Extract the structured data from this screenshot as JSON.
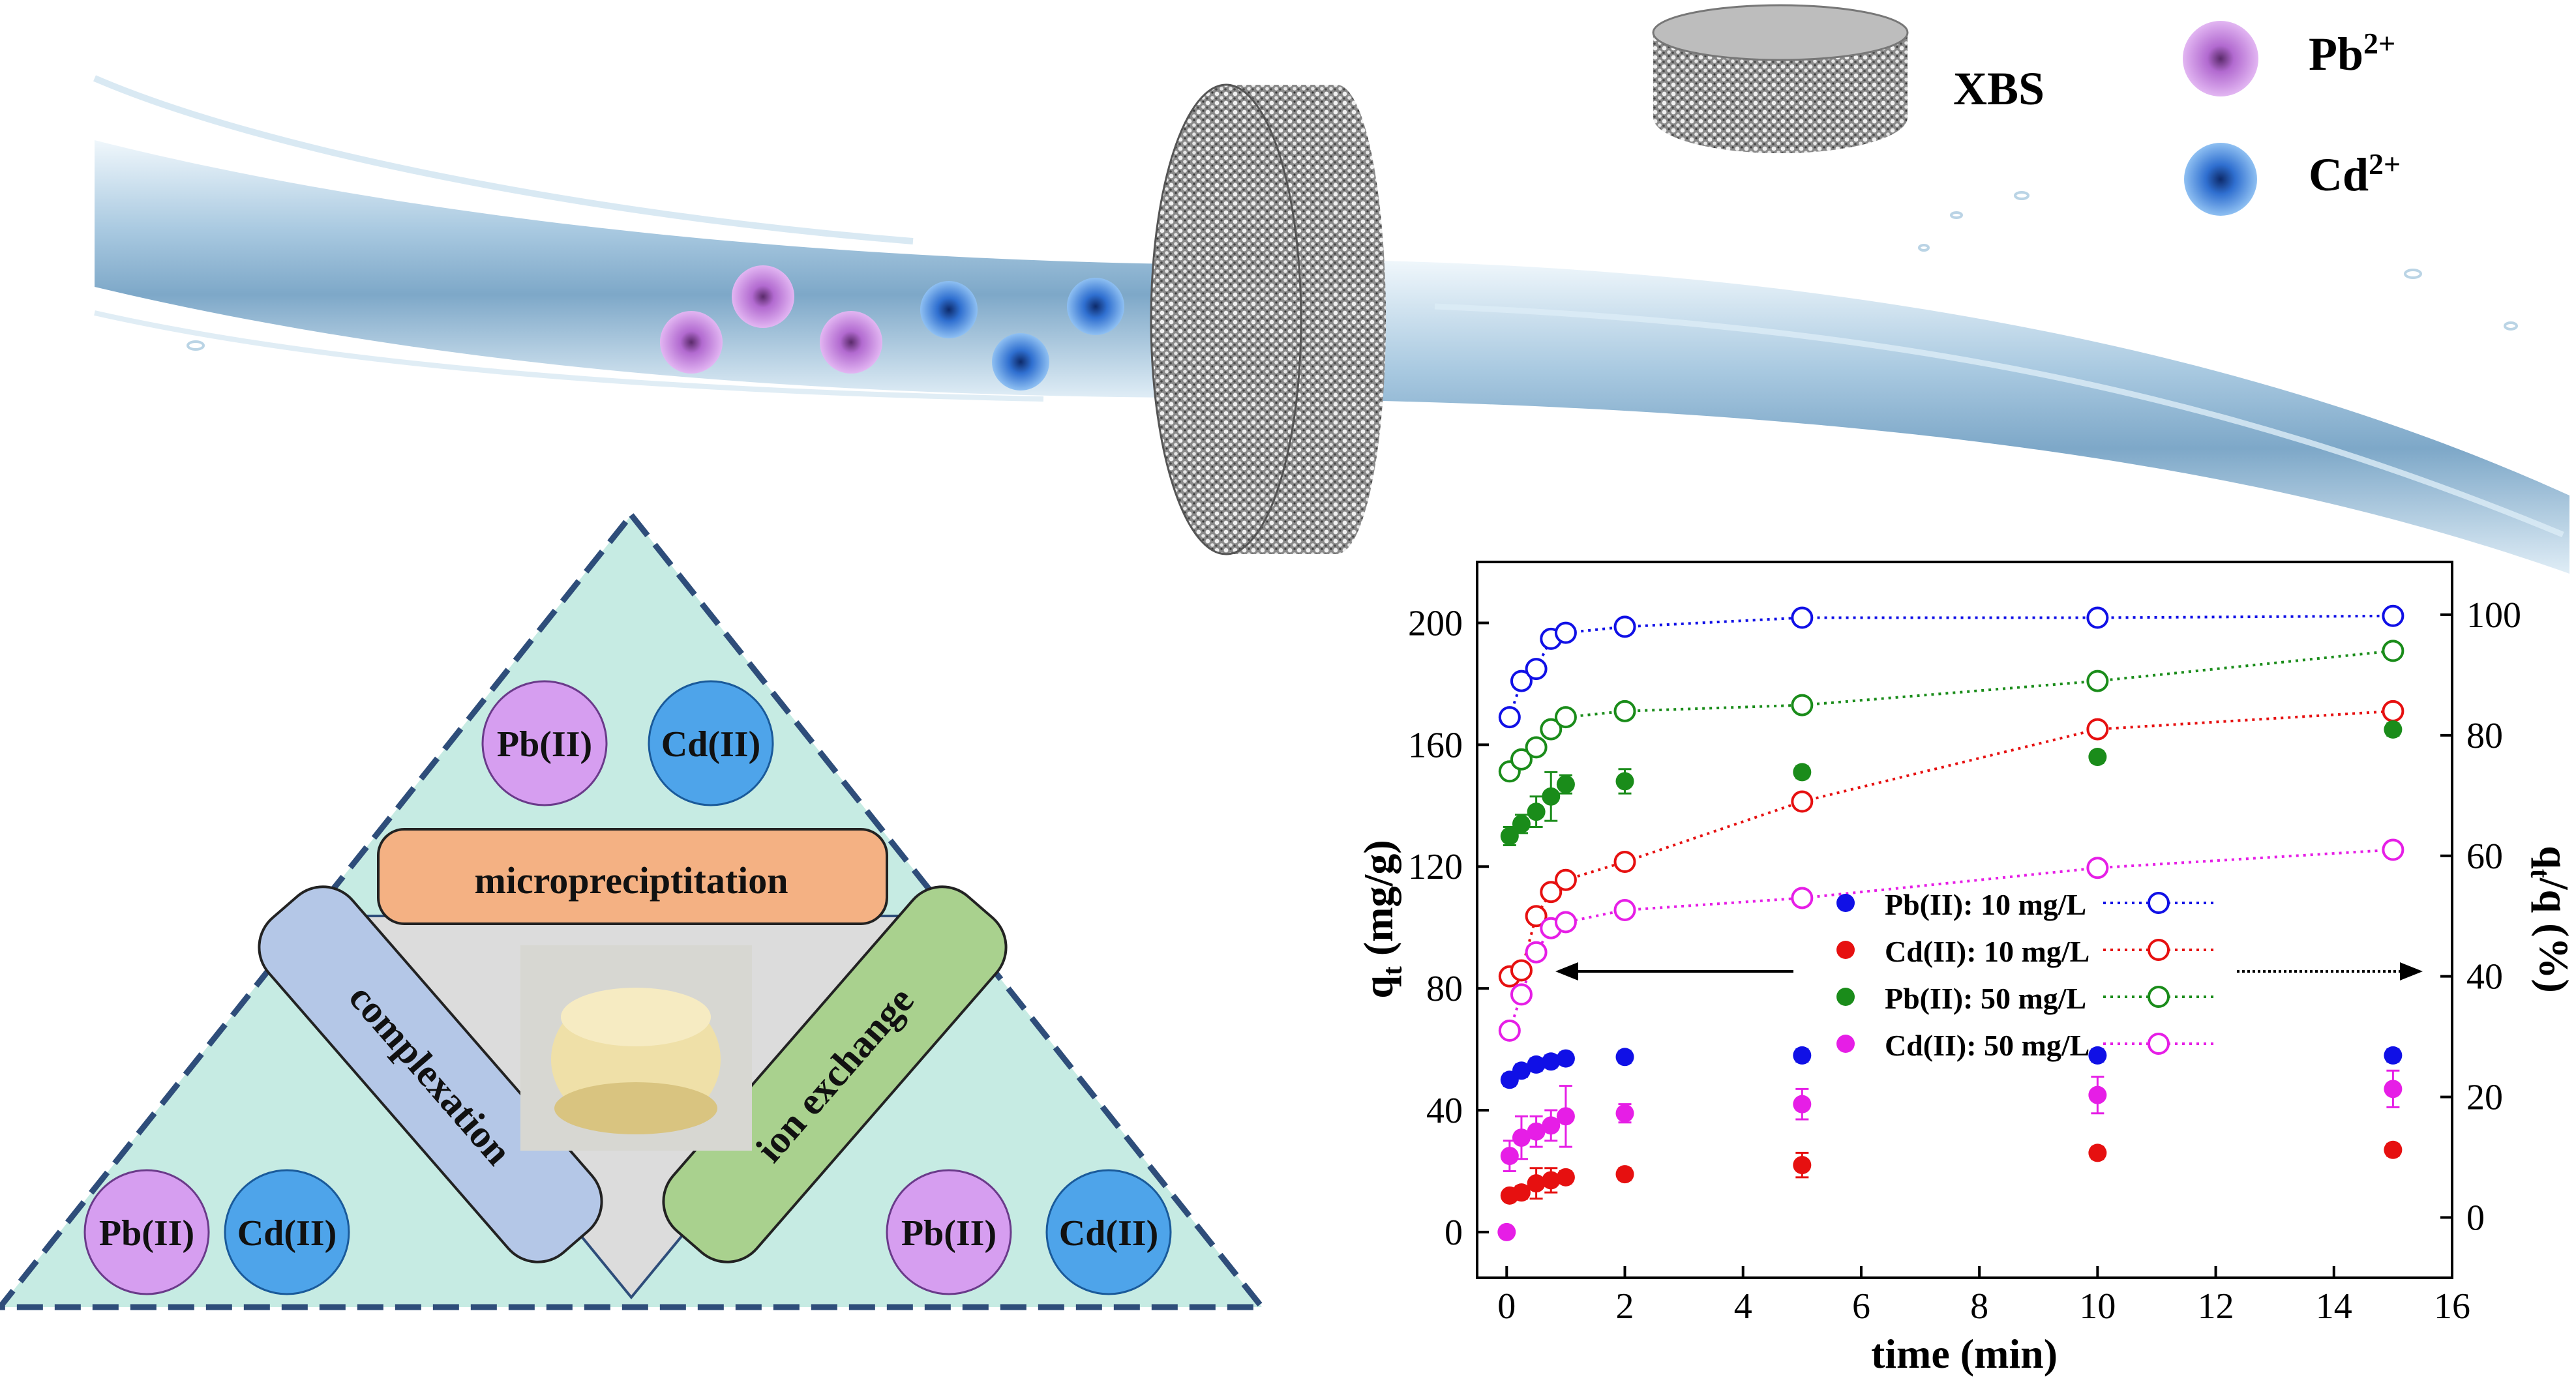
{
  "legend_top": {
    "disk_label": "XBS",
    "ion1": {
      "base": "Pb",
      "sup": "2+",
      "color": "#c77be0"
    },
    "ion2": {
      "base": "Cd",
      "sup": "2+",
      "color": "#2f6fd0"
    }
  },
  "triangle": {
    "top_circles": [
      "Pb(II)",
      "Cd(II)"
    ],
    "left_circles": [
      "Pb(II)",
      "Cd(II)"
    ],
    "right_circles": [
      "Pb(II)",
      "Cd(II)"
    ],
    "mechanisms": {
      "top": "micropreciptitation",
      "left": "complexation",
      "right": "ion exchange"
    },
    "colors": {
      "fill": "#c6ebe3",
      "border": "#2e4d7a",
      "pb": "#d69ef0",
      "cd": "#4ea4ea",
      "top_bar": "#f4b183",
      "left_bar": "#b4c7e7",
      "right_bar": "#a9d18e"
    }
  },
  "chart_data": {
    "type": "scatter",
    "xlabel": "time (min)",
    "ylabel_left": {
      "base": "q",
      "sub": "t",
      "rest": " (mg/g)"
    },
    "ylabel_right": {
      "base": "q",
      "sub": "t",
      "rest": "/q (%)"
    },
    "xlim": [
      -0.5,
      16
    ],
    "ylim_left": [
      -15,
      220
    ],
    "ylim_right": [
      -10,
      108.75
    ],
    "xticks": [
      0,
      2,
      4,
      6,
      8,
      10,
      12,
      14,
      16
    ],
    "yticks_left": [
      0,
      40,
      80,
      120,
      160,
      200
    ],
    "yticks_right": [
      0,
      20,
      40,
      60,
      80,
      100
    ],
    "series": [
      {
        "name": "Pb(II): 10 mg/L",
        "color": "#1010e6",
        "x": [
          0.05,
          0.25,
          0.5,
          0.75,
          1,
          2,
          5,
          10,
          15
        ],
        "qt": [
          50,
          53,
          55,
          56,
          57,
          57.5,
          58,
          58,
          58
        ],
        "qt_err": [
          2,
          2,
          2,
          2,
          2,
          2,
          2,
          2,
          2
        ],
        "pct": [
          83,
          89,
          91,
          96,
          97,
          98,
          99.5,
          99.5,
          99.8
        ]
      },
      {
        "name": "Cd(II): 10 mg/L",
        "color": "#e61010",
        "x": [
          0.05,
          0.25,
          0.5,
          0.75,
          1,
          2,
          5,
          10,
          15
        ],
        "qt": [
          12,
          13,
          16,
          17,
          18,
          19,
          22,
          26,
          27
        ],
        "qt_err": [
          1,
          2,
          5,
          4,
          2,
          2,
          4,
          2,
          2
        ],
        "pct": [
          40,
          41,
          50,
          54,
          56,
          59,
          69,
          81,
          84
        ]
      },
      {
        "name": "Pb(II): 50 mg/L",
        "color": "#1a8c1a",
        "x": [
          0.05,
          0.25,
          0.5,
          0.75,
          1,
          2,
          5,
          10,
          15
        ],
        "qt": [
          130,
          134,
          138,
          143,
          147,
          148,
          151,
          156,
          165
        ],
        "qt_err": [
          3,
          3,
          5,
          8,
          3,
          4,
          2,
          2,
          2
        ],
        "pct": [
          74,
          76,
          78,
          81,
          83,
          84,
          85,
          89,
          94
        ]
      },
      {
        "name": "Cd(II): 50 mg/L",
        "color": "#e61ee6",
        "x": [
          0.05,
          0.25,
          0.5,
          0.75,
          1,
          2,
          5,
          10,
          15
        ],
        "qt": [
          25,
          31,
          33,
          35,
          38,
          39,
          42,
          45,
          47
        ],
        "qt_err": [
          5,
          7,
          5,
          5,
          10,
          3,
          5,
          6,
          6
        ],
        "pct": [
          31,
          37,
          44,
          48,
          49,
          51,
          53,
          58,
          61
        ]
      }
    ],
    "extra_point": {
      "x": 0,
      "qt": 0,
      "color": "#e61ee6"
    }
  }
}
